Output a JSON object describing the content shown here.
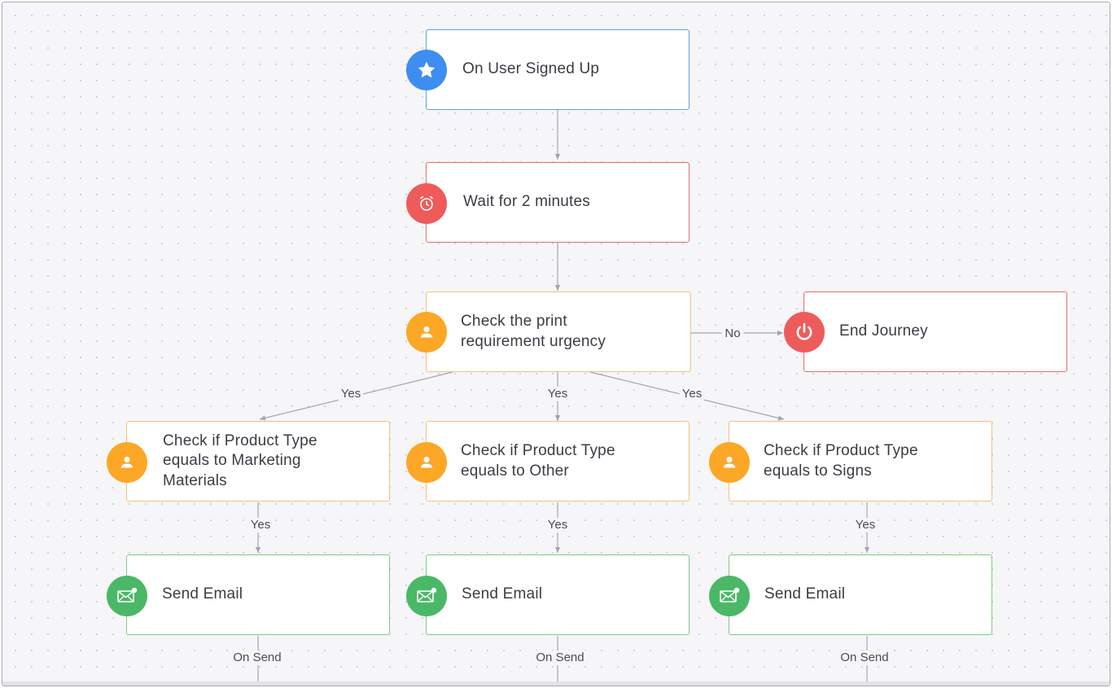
{
  "nodes": {
    "trigger": {
      "label": "On User Signed Up",
      "icon": "star-icon",
      "color": "#3d8ef0"
    },
    "wait": {
      "label": "Wait for 2 minutes",
      "icon": "clock-icon",
      "color": "#ee5b5b"
    },
    "check_urgency": {
      "label": "Check the print requirement urgency",
      "icon": "user-icon",
      "color": "#fca726"
    },
    "end_journey": {
      "label": "End Journey",
      "icon": "power-icon",
      "color": "#ee5b5b"
    },
    "check_marketing": {
      "label": "Check if Product Type equals to Marketing Materials",
      "icon": "user-icon",
      "color": "#fca726"
    },
    "check_other": {
      "label": "Check if Product Type equals to Other",
      "icon": "user-icon",
      "color": "#fca726"
    },
    "check_signs": {
      "label": "Check if Product Type equals to Signs",
      "icon": "user-icon",
      "color": "#fca726"
    },
    "email_1": {
      "label": "Send Email",
      "icon": "email-icon",
      "color": "#4ab866"
    },
    "email_2": {
      "label": "Send Email",
      "icon": "email-icon",
      "color": "#4ab866"
    },
    "email_3": {
      "label": "Send Email",
      "icon": "email-icon",
      "color": "#4ab866"
    }
  },
  "edge_labels": {
    "no": "No",
    "yes_left": "Yes",
    "yes_center": "Yes",
    "yes_right": "Yes",
    "yes_marketing": "Yes",
    "yes_other": "Yes",
    "yes_signs": "Yes",
    "on_send_1": "On Send",
    "on_send_2": "On Send",
    "on_send_3": "On Send"
  },
  "edge_color": "#a4a6ac"
}
